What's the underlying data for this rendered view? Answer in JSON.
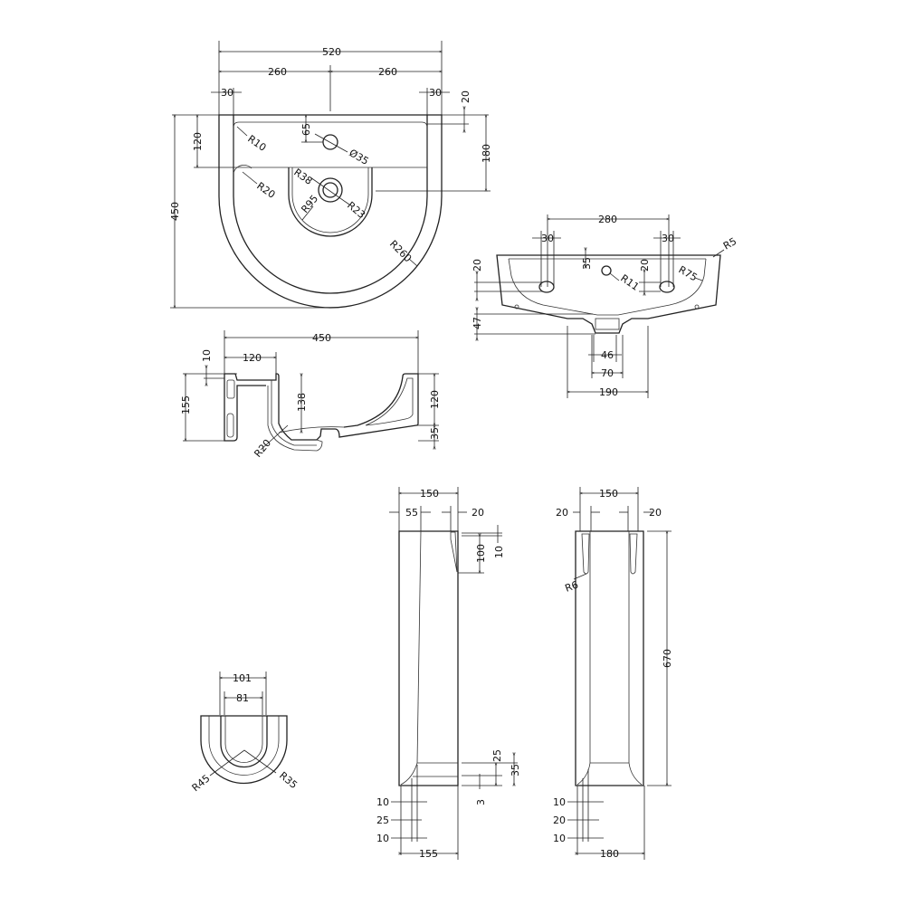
{
  "top_view": {
    "w520": "520",
    "w260a": "260",
    "w260b": "260",
    "w30a": "30",
    "w30b": "30",
    "h20": "20",
    "h180": "180",
    "h120": "120",
    "h450": "450",
    "h65": "65",
    "r10": "R10",
    "d35": "Ø35",
    "r20": "R20",
    "r38": "R38",
    "r95": "R95",
    "r23": "R23",
    "r260": "R260"
  },
  "front_view": {
    "w280": "280",
    "w30a": "30",
    "w30b": "30",
    "r5": "R5",
    "h35": "35",
    "r11": "R11",
    "h20a": "20",
    "h20b": "20",
    "r75": "R75",
    "h47": "47",
    "w46": "46",
    "w70": "70",
    "w190": "190"
  },
  "side_view": {
    "w450": "450",
    "w120": "120",
    "h10": "10",
    "h155": "155",
    "h138": "138",
    "h120": "120",
    "h35": "35",
    "r20": "R20"
  },
  "pedestal_plan": {
    "w101": "101",
    "w81": "81",
    "r45": "R45",
    "r35": "R35"
  },
  "pedestal_side": {
    "w150": "150",
    "w55": "55",
    "w20": "20",
    "h100": "100",
    "h10": "10",
    "h25": "25",
    "h35": "35",
    "h3": "3",
    "b10a": "10",
    "b25": "25",
    "b10b": "10",
    "w155": "155"
  },
  "pedestal_front": {
    "w150": "150",
    "w20a": "20",
    "w20b": "20",
    "r6": "R6",
    "h670": "670",
    "b10a": "10",
    "b20": "20",
    "b10b": "10",
    "w180": "180"
  }
}
